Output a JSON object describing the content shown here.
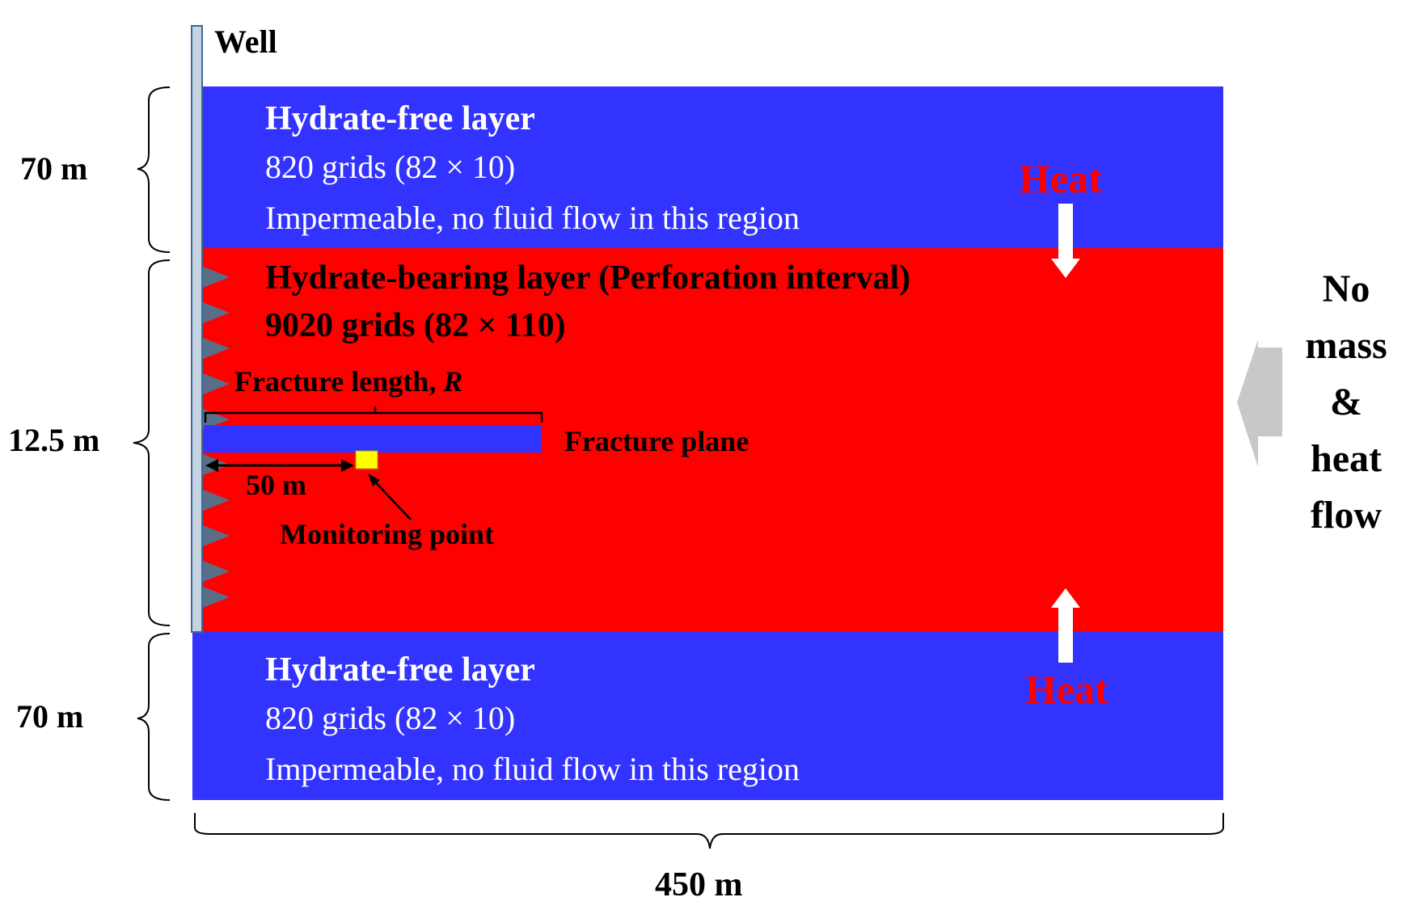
{
  "well": {
    "label": "Well"
  },
  "layers": {
    "top": {
      "title": "Hydrate-free layer",
      "grids": "820 grids (82 × 10)",
      "note": "Impermeable, no fluid flow in this region"
    },
    "middle": {
      "title": "Hydrate-bearing layer (Perforation interval)",
      "grids": "9020 grids (82 × 110)"
    },
    "bottom": {
      "title": "Hydrate-free layer",
      "grids": "820 grids (82 × 10)",
      "note": "Impermeable, no fluid flow in this region"
    }
  },
  "dimensions": {
    "top_thickness": "70 m",
    "middle_thickness": "12.5 m",
    "bottom_thickness": "70 m",
    "width": "450 m",
    "monitor_distance": "50 m"
  },
  "fracture": {
    "length_label": "Fracture length, ",
    "length_symbol": "R",
    "plane_label": "Fracture plane"
  },
  "monitoring": {
    "label": "Monitoring point"
  },
  "heat": {
    "top_label": "Heat",
    "bottom_label": "Heat"
  },
  "boundary": {
    "lines": [
      "No",
      "mass",
      "&",
      "heat",
      "flow"
    ]
  },
  "colors": {
    "hydrate_free": "#3333ff",
    "hydrate_bearing": "#ff0000",
    "monitoring_point": "#ffff00",
    "heat_text": "#ff0000",
    "boundary_arrow": "#c8c8c8",
    "perforation": "#5a6e87"
  }
}
